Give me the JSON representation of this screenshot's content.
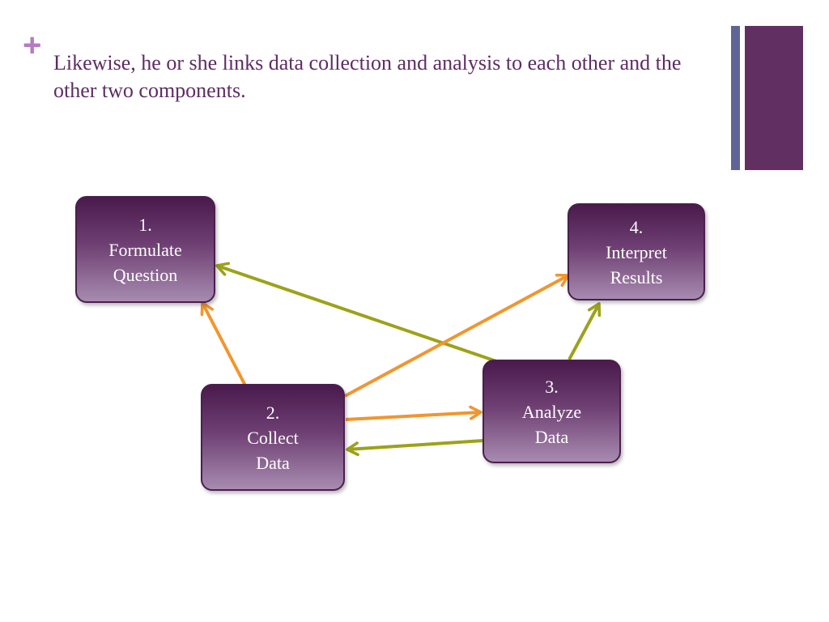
{
  "slide": {
    "bullet_symbol": "+",
    "title": "Likewise, he or she links data collection and analysis to each other and the other two components."
  },
  "colors": {
    "title": "#5d2c63",
    "bullet": "#b57bc4",
    "node_top": "#4a1a4d",
    "node_bottom": "#a78bb0",
    "arrow_orange": "#f0962f",
    "arrow_olive": "#9ca21a",
    "deco_thin": "#5f6596",
    "deco_thick": "#622f63"
  },
  "diagram": {
    "nodes": [
      {
        "id": "1",
        "number": "1.",
        "lines": [
          "Formulate",
          "Question"
        ]
      },
      {
        "id": "2",
        "number": "2.",
        "lines": [
          "Collect",
          "Data"
        ]
      },
      {
        "id": "3",
        "number": "3.",
        "lines": [
          "Analyze",
          "Data"
        ]
      },
      {
        "id": "4",
        "number": "4.",
        "lines": [
          "Interpret",
          "Results"
        ]
      }
    ],
    "edges": [
      {
        "from": "2",
        "to": "1",
        "color": "orange"
      },
      {
        "from": "2",
        "to": "4",
        "color": "orange"
      },
      {
        "from": "2",
        "to": "3",
        "color": "orange"
      },
      {
        "from": "3",
        "to": "1",
        "color": "olive"
      },
      {
        "from": "3",
        "to": "2",
        "color": "olive"
      },
      {
        "from": "3",
        "to": "4",
        "color": "olive"
      }
    ]
  }
}
